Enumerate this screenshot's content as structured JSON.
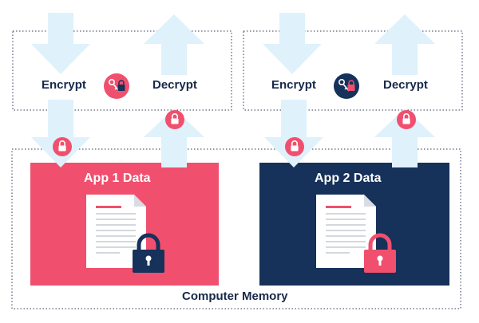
{
  "app1": {
    "encrypt_label": "Encrypt",
    "decrypt_label": "Decrypt",
    "data_label": "App 1 Data",
    "color": "#f0506e"
  },
  "app2": {
    "encrypt_label": "Encrypt",
    "decrypt_label": "Decrypt",
    "data_label": "App 2 Data",
    "color": "#16315a"
  },
  "memory": {
    "label": "Computer Memory"
  },
  "colors": {
    "arrow": "#dff1fb",
    "navy": "#16315a",
    "pink": "#f0506e",
    "border": "#2d3a52"
  },
  "icons": [
    "key-icon",
    "padlock-icon",
    "document-icon"
  ]
}
